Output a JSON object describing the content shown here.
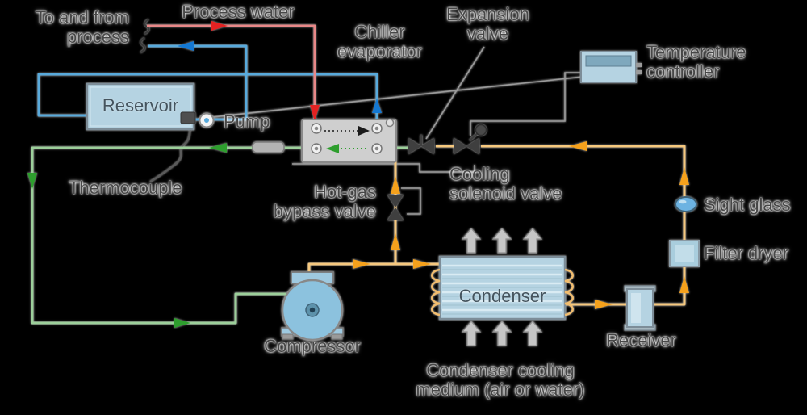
{
  "title": "Chiller system diagram",
  "colors": {
    "background": "#000000",
    "process_supply_line_blue": "#58aadc",
    "process_return_line_red": "#e88888",
    "refrigerant_suction_line_green": "#9ccf9a",
    "refrigerant_liquid_line_orange": "#f6c87e",
    "arrow_blue": "#1478d2",
    "arrow_red": "#e32222",
    "arrow_green": "#2e9e2e",
    "arrow_orange": "#f5a11c",
    "component_fill": "#b5d3e2",
    "wire_gray": "#9a9a9a"
  },
  "labels": {
    "to_and_from_process_1": "To and from",
    "to_and_from_process_2": "process",
    "process_water": "Process water",
    "chiller_evaporator_1": "Chiller",
    "chiller_evaporator_2": "evaporator",
    "expansion_valve_1": "Expansion",
    "expansion_valve_2": "valve",
    "temperature_controller_1": "Temperature",
    "temperature_controller_2": "controller",
    "reservoir": "Reservoir",
    "pump": "Pump",
    "thermocouple": "Thermocouple",
    "cooling_solenoid_valve_1": "Cooling",
    "cooling_solenoid_valve_2": "solenoid valve",
    "hot_gas_bypass_valve_1": "Hot-gas",
    "hot_gas_bypass_valve_2": "bypass valve",
    "sight_glass": "Sight glass",
    "filter_dryer": "Filter dryer",
    "condenser": "Condenser",
    "receiver": "Receiver",
    "compressor": "Compressor",
    "condenser_cooling_medium_1": "Condenser cooling",
    "condenser_cooling_medium_2": "medium (air or water)"
  }
}
